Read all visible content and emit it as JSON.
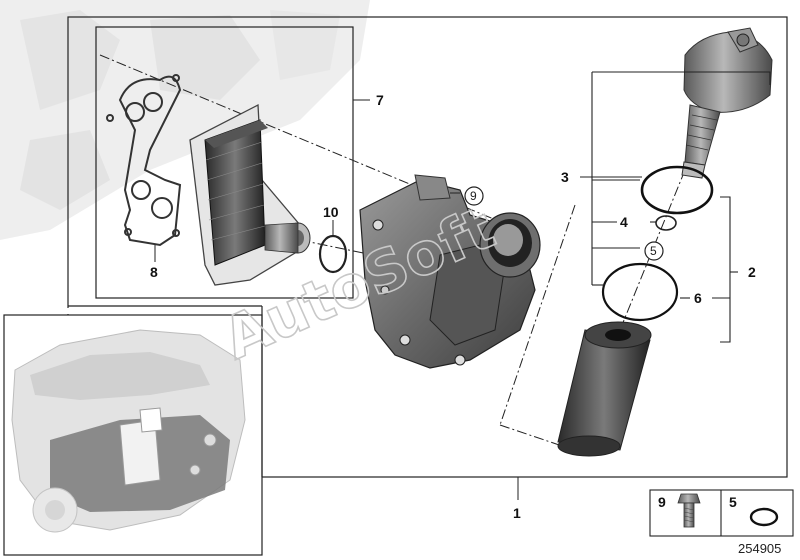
{
  "diagram": {
    "callouts": {
      "c1": "1",
      "c2": "2",
      "c3": "3",
      "c4": "4",
      "c5": "5",
      "c6": "6",
      "c7": "7",
      "c8": "8",
      "c9": "9",
      "c10": "10"
    },
    "legend": {
      "bolt_num": "9",
      "ring_num": "5"
    },
    "diagram_number": "254905",
    "watermark": "AutoSoft"
  }
}
